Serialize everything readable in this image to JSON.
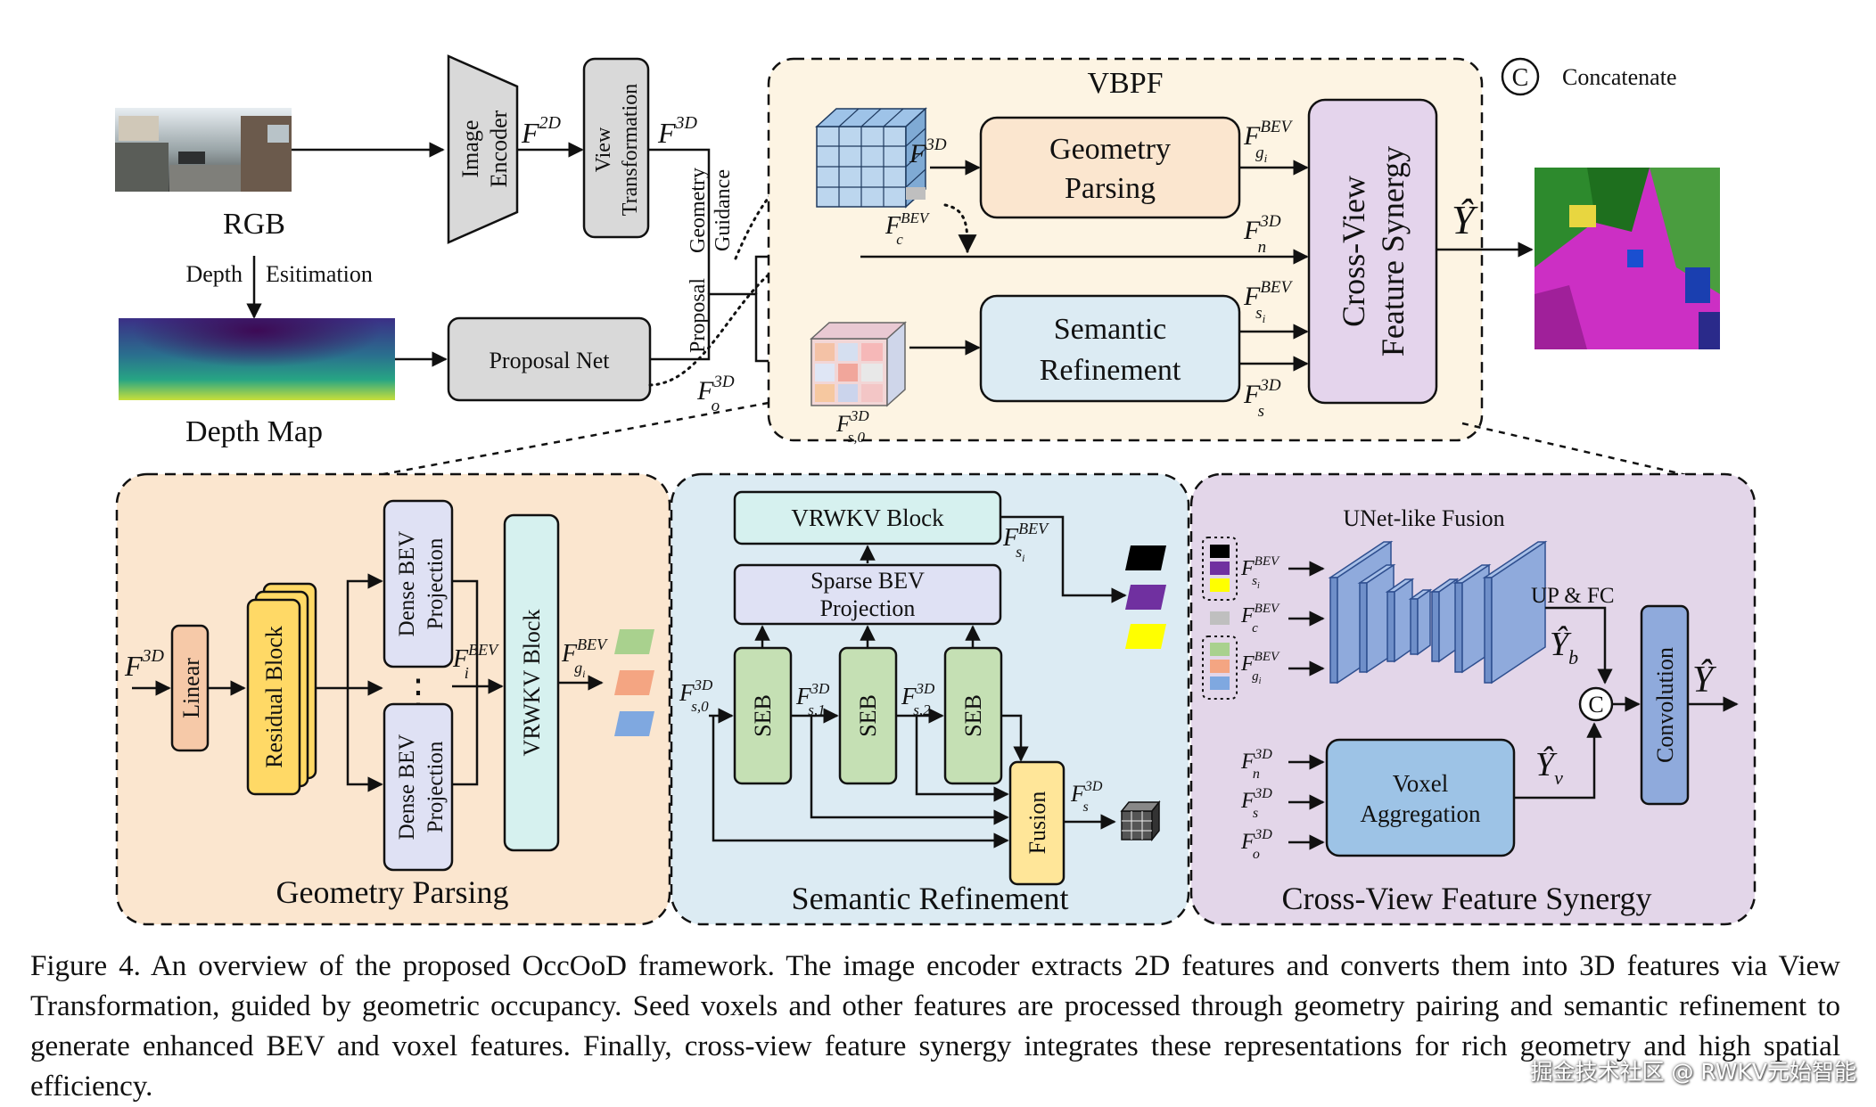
{
  "colors": {
    "vbpf_fill": "#fdf4e3",
    "geometry_fill": "#fbe6cf",
    "semantic_fill": "#dcebf3",
    "synergy_fill": "#e3d6e9",
    "linear_fill": "#f6c9a8",
    "residual_fill": "#ffd966",
    "dense_fill": "#dfe1f4",
    "vrwkv_fill": "#d6f1ef",
    "seb_fill": "#c5e0b4",
    "fusion_fill": "#ffe699",
    "unet_fill": "#8faadc",
    "voxel_fill": "#9dc3e6",
    "conv_fill": "#8faadc",
    "cross_view_fill": "#e4d4ec",
    "gray_box_fill": "#e6e6e6",
    "swatch_green": "#a9d18e",
    "swatch_orange": "#f4a582",
    "swatch_blue": "#7fa8e0",
    "swatch_black": "#000000",
    "swatch_purple": "#7030a0",
    "swatch_yellow": "#ffff00",
    "swatch_gray": "#bfbfbf"
  },
  "icons": {
    "concat": "circled-c-icon",
    "cube_f3d": "blue-voxel-cube-icon",
    "cube_fs0": "colored-seed-voxel-cube-icon",
    "cube_output": "dark-voxel-cube-icon"
  },
  "top": {
    "rgb_label": "RGB",
    "depth_label": "Depth",
    "estimation_label": "Esitimation",
    "depth_map_label": "Depth Map",
    "image_encoder": [
      "Image",
      "Encoder"
    ],
    "view_transformation": [
      "View",
      "Transformation"
    ],
    "proposal_net": "Proposal Net",
    "geometry_guidance": [
      "Geometry",
      "Guidance"
    ],
    "proposal": "Proposal",
    "f2d": {
      "base": "F",
      "sup": "2D"
    },
    "f3d_a": {
      "base": "F",
      "sup": "3D"
    },
    "f3d_b": {
      "base": "F",
      "sup": "3D"
    },
    "fo3d": {
      "base": "F",
      "sup": "3D",
      "sub": "o"
    },
    "fs03d": {
      "base": "F",
      "sup": "3D",
      "sub": "s,0"
    },
    "fcbev": {
      "base": "F",
      "sup": "BEV",
      "sub": "c"
    },
    "vbpf_title": "VBPF",
    "geometry_parsing": [
      "Geometry",
      "Parsing"
    ],
    "semantic_refinement": [
      "Semantic",
      "Refinement"
    ],
    "cross_view": [
      "Cross-View",
      "Feature Synergy"
    ],
    "fgbev": {
      "base": "F",
      "sup": "BEV",
      "sub": "g",
      "subsub": "i"
    },
    "fn3d": {
      "base": "F",
      "sup": "3D",
      "sub": "n"
    },
    "fsbev": {
      "base": "F",
      "sup": "BEV",
      "sub": "s",
      "subsub": "i"
    },
    "fs3d": {
      "base": "F",
      "sup": "3D",
      "sub": "s"
    },
    "y_hat": "Ŷ",
    "concat_glyph": "C",
    "concat_label": "Concatenate"
  },
  "geometry_panel": {
    "title": "Geometry Parsing",
    "f3d": {
      "base": "F",
      "sup": "3D"
    },
    "linear": "Linear",
    "residual": "Residual Block",
    "dense_bev": [
      "Dense BEV",
      "Projection"
    ],
    "ellipsis": "⋮",
    "fibev": {
      "base": "F",
      "sup": "BEV",
      "sub": "i"
    },
    "vrwkv": "VRWKV Block",
    "fgbev": {
      "base": "F",
      "sup": "BEV",
      "sub": "g",
      "subsub": "i"
    }
  },
  "semantic_panel": {
    "title": "Semantic Refinement",
    "vrwkv": "VRWKV Block",
    "sparse_bev": [
      "Sparse BEV",
      "Projection"
    ],
    "seb": "SEB",
    "fusion": "Fusion",
    "fs0": {
      "base": "F",
      "sup": "3D",
      "sub": "s,0"
    },
    "fs1": {
      "base": "F",
      "sup": "3D",
      "sub": "s,1"
    },
    "fs2": {
      "base": "F",
      "sup": "3D",
      "sub": "s,2"
    },
    "fs3d": {
      "base": "F",
      "sup": "3D",
      "sub": "s"
    },
    "fsbev": {
      "base": "F",
      "sup": "BEV",
      "sub": "s",
      "subsub": "i"
    }
  },
  "synergy_panel": {
    "title": "Cross-View Feature Synergy",
    "unet": "UNet-like Fusion",
    "up_fc": "UP & FC",
    "voxel": [
      "Voxel",
      "Aggregation"
    ],
    "conv": "Convolution",
    "yb": {
      "base": "Ŷ",
      "sub": "b"
    },
    "yv": {
      "base": "Ŷ",
      "sub": "v"
    },
    "y": "Ŷ",
    "concat_glyph": "C",
    "fsbev": {
      "base": "F",
      "sup": "BEV",
      "sub": "s",
      "subsub": "i"
    },
    "fcbev": {
      "base": "F",
      "sup": "BEV",
      "sub": "c"
    },
    "fgbev": {
      "base": "F",
      "sup": "BEV",
      "sub": "g",
      "subsub": "i"
    },
    "fn3d": {
      "base": "F",
      "sup": "3D",
      "sub": "n"
    },
    "fs3d": {
      "base": "F",
      "sup": "3D",
      "sub": "s"
    },
    "fo3d": {
      "base": "F",
      "sup": "3D",
      "sub": "o"
    }
  },
  "caption": "Figure 4.  An overview of the proposed OccOoD framework.  The image encoder extracts 2D features and converts them into 3D features via View Transformation, guided by geometric occupancy.  Seed voxels and other features are processed through geometry pairing and semantic refinement to generate enhanced BEV and voxel features. Finally, cross-view feature synergy integrates these representations for rich geometry and high spatial efficiency.",
  "watermark": "掘金技术社区 @ RWKV元始智能"
}
